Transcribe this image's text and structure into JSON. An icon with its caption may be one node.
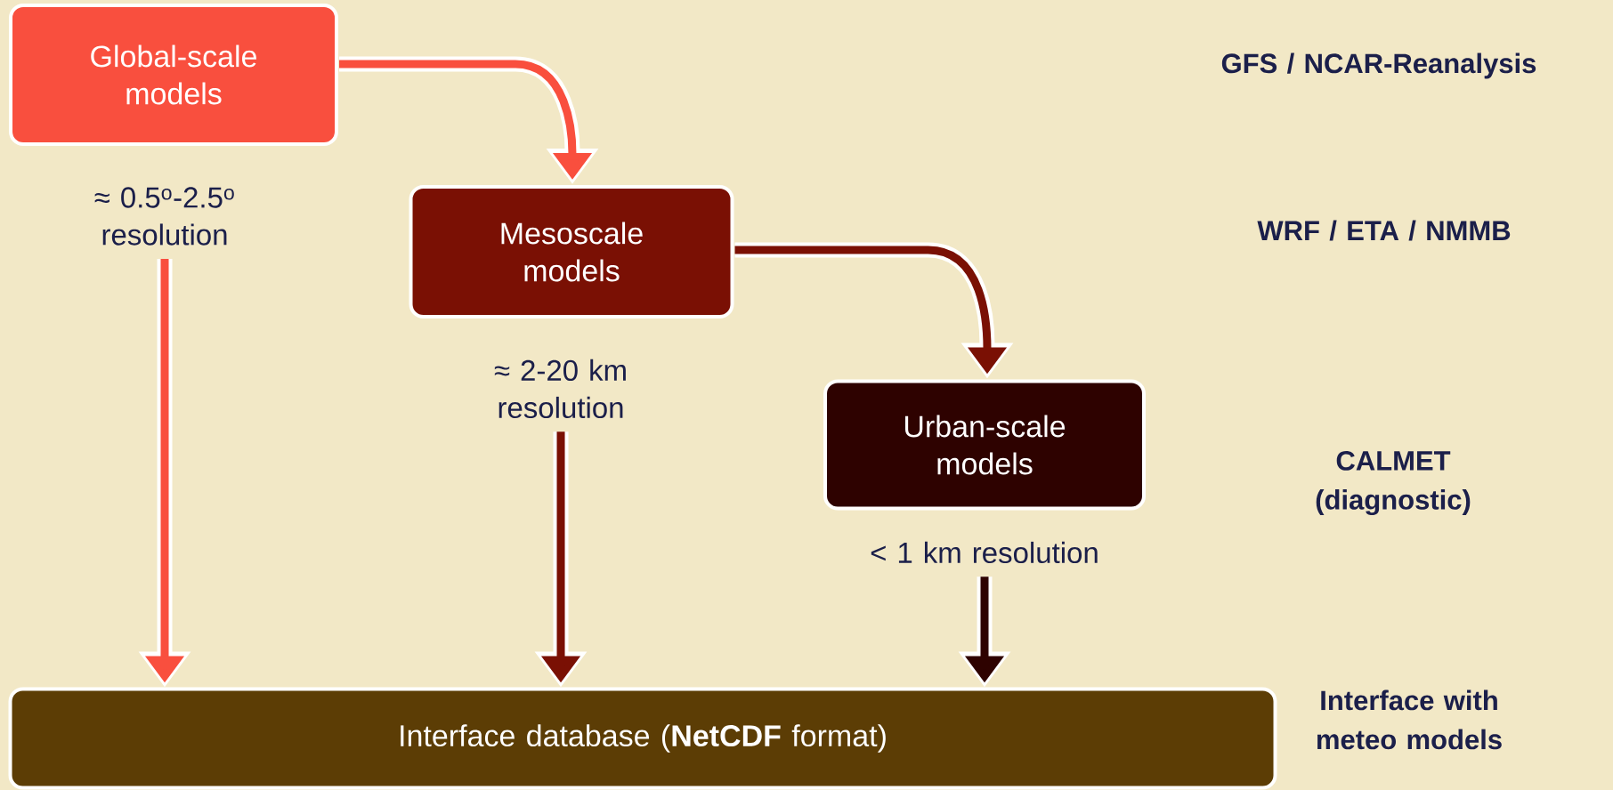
{
  "diagram": {
    "nodes": [
      {
        "text": [
          "Global-scale models"
        ],
        "beside": [
          "≈ 0.5$^{o}$-2.5$^{o}$ resolution"
        ]
      },
      {
        "text": [
          "Mesoscale models"
        ],
        "beside": [
          "≈ 2-20 km resolution"
        ]
      },
      {
        "text": [
          "Urban-scale models"
        ],
        "beside": [
          "< 1 km resolution"
        ]
      },
      {
        "text": [
          "Interface database (**NetCDF** format)"
        ]
      }
    ],
    "edges": [
      {
        "from": 0,
        "to": 1,
        "arrow": "to",
        "color": "#f94f3e"
      },
      {
        "from": 1,
        "to": 2,
        "arrow": "to",
        "color": "#7a1004"
      },
      {
        "from": 0,
        "to": 3,
        "arrow": "to",
        "color": "#f94f3e"
      },
      {
        "from": 1,
        "to": 3,
        "arrow": "to",
        "color": "#7a1004"
      },
      {
        "from": 2,
        "to": 3,
        "arrow": "to",
        "color": "#2e0200"
      }
    ],
    "labels": [
      "GFS / NCAR-Reanalysis",
      "WRF / ETA / NMMB",
      "CALMET (diagnostic)",
      "Interface with meteo models"
    ]
  }
}
